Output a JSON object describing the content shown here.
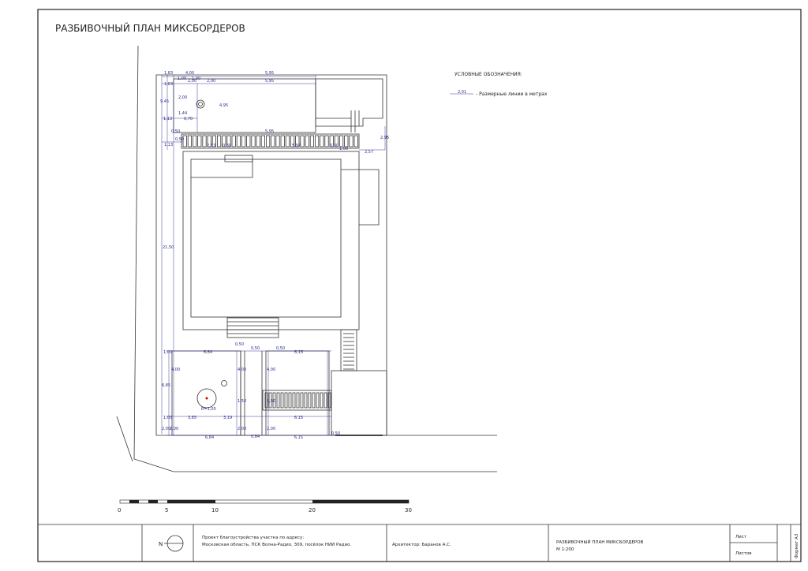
{
  "title": "РАЗБИВОЧНЫЙ ПЛАН МИКСБОРДЕРОВ",
  "legend": {
    "heading": "УСЛОВНЫЕ ОБОЗНАЧЕНИЯ:",
    "sample_value": "2,01",
    "item": "- Размерные линии в метрах"
  },
  "scale_bar": {
    "labels": [
      "0",
      "5",
      "10",
      "20",
      "30"
    ]
  },
  "dimensions": {
    "top": [
      "1,83",
      "4,00",
      "5,95",
      "1,83",
      "2,00",
      "2,00",
      "5,95",
      "1,00",
      "1,00",
      "9,45",
      "2,00",
      "1,44",
      "4,95",
      "1,13",
      "0,70",
      "0,50",
      "5,95",
      "1,13",
      "0,50",
      "2,53",
      "0,30",
      "5,97",
      "0,30",
      "1,00",
      "2,95",
      "2,57",
      "21,50"
    ],
    "bottom": [
      "1,00",
      "6,84",
      "0,50",
      "0,50",
      "0,50",
      "6,15",
      "6,85",
      "4,00",
      "4,00",
      "4,00",
      "R=1,05",
      "1,00",
      "3,65",
      "3,19",
      "1,50",
      "1,50",
      "6,15",
      "2,00",
      "2,00",
      "2,00",
      "2,00",
      "6,84",
      "0,84",
      "6,15",
      "0,50"
    ]
  },
  "title_block": {
    "north_label": "N",
    "project_line1": "Проект благоустройства участка по адресу:",
    "project_line2": "Московская область, ПСК Волна-Радио, 309, посёлок НИИ Радио.",
    "architect": "Архитектор: Баранов А.С.",
    "sheet_title": "РАЗБИВОЧНЫЙ ПЛАН МИКСБОРДЕРОВ",
    "scale": "М 1:200",
    "sheet_label": "Лист",
    "sheets_label": "Листов",
    "format": "Формат А3"
  }
}
